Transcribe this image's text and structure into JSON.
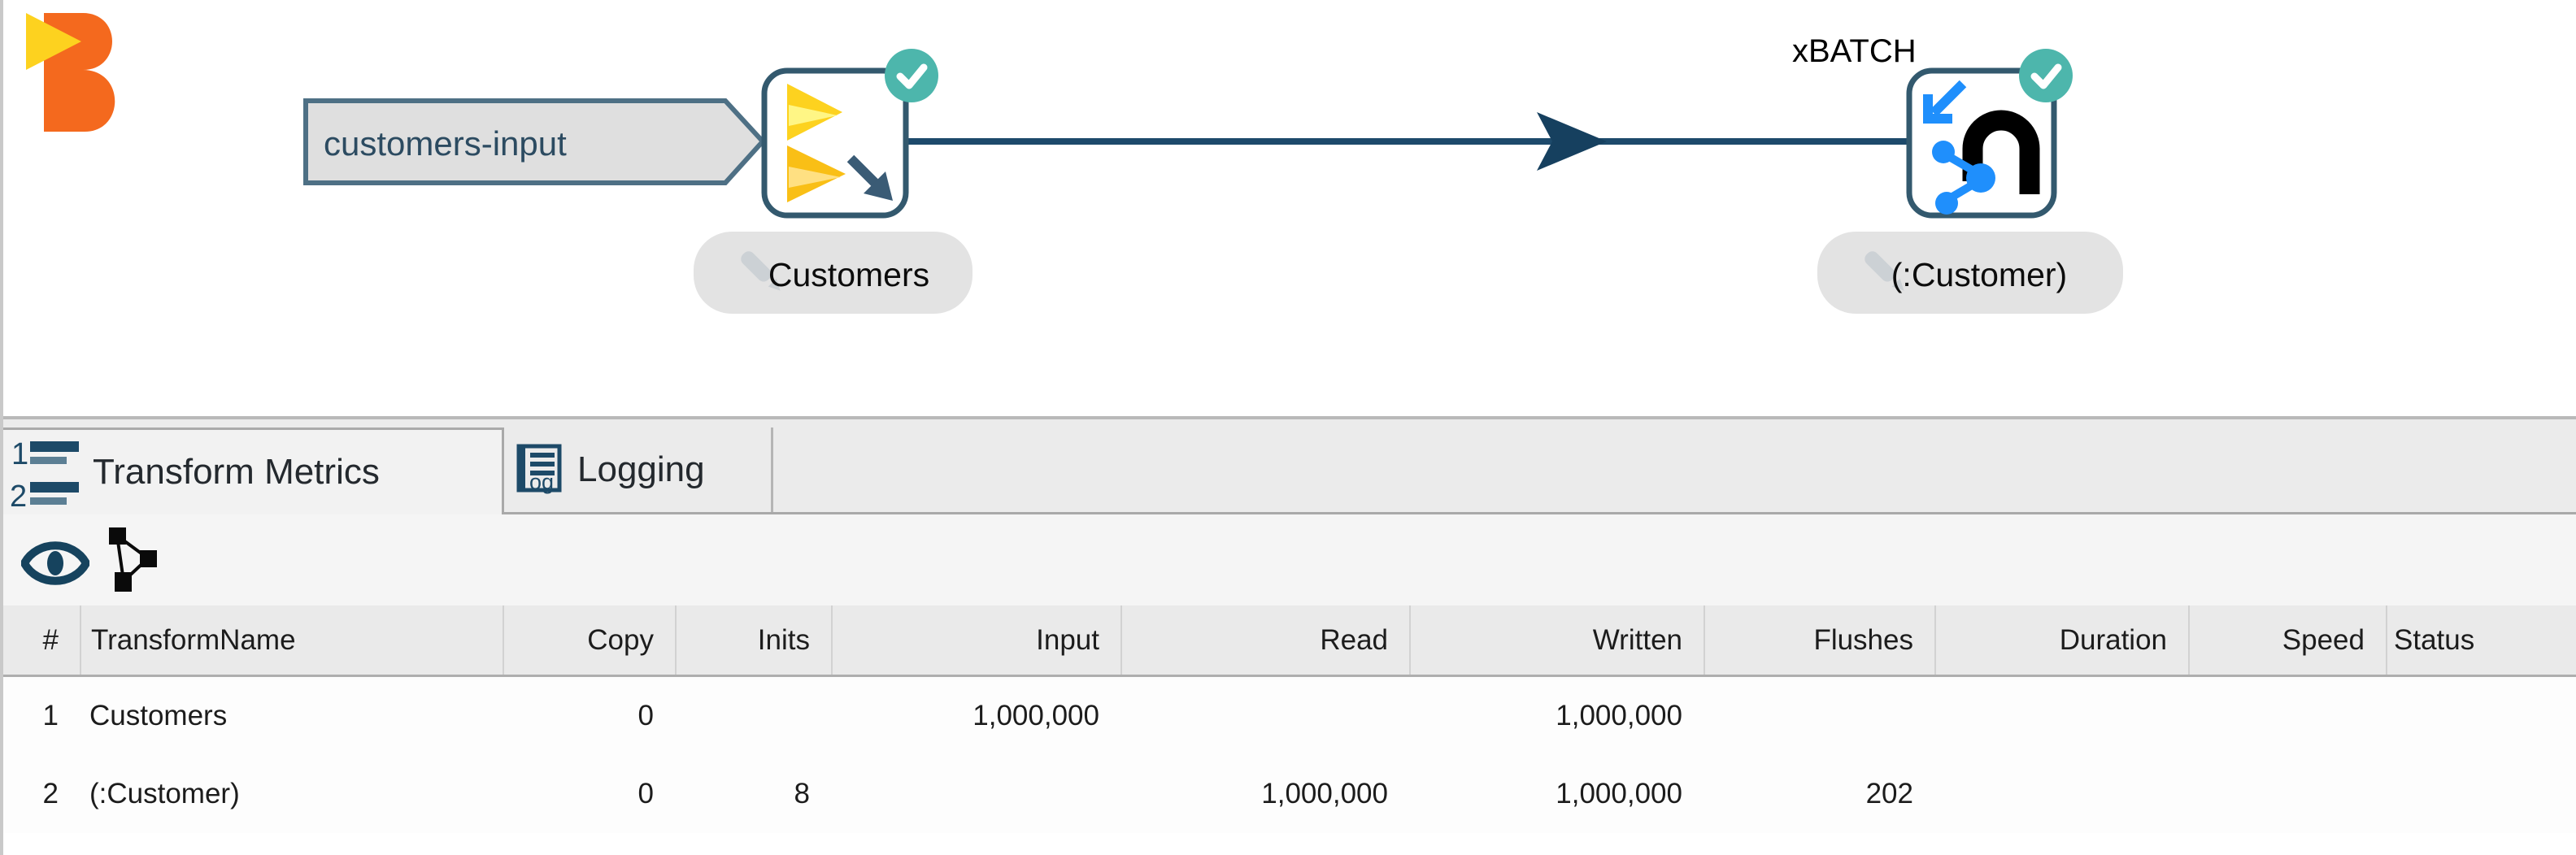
{
  "canvas": {
    "hop_label": "customers-input",
    "nodes": [
      {
        "label": "Customers",
        "icon": "beam-b-icon",
        "badge": "success-check",
        "annotation": ""
      },
      {
        "label": "(:Customer)",
        "icon": "neo4j-output-icon",
        "badge": "success-check",
        "annotation": "xBATCH"
      }
    ]
  },
  "panel": {
    "active_tab": "Transform Metrics",
    "tabs": [
      {
        "label": "Transform Metrics",
        "icon": "numbered-list-icon",
        "icon_digits": [
          "1",
          "2"
        ]
      },
      {
        "label": "Logging",
        "icon": "log-icon",
        "icon_text": "og"
      }
    ],
    "toolbar_icons": [
      "preview-eye-icon",
      "graph-topology-icon"
    ]
  },
  "metrics_table": {
    "columns": [
      "#",
      "TransformName",
      "Copy",
      "Inits",
      "Input",
      "Read",
      "Written",
      "Flushes",
      "Duration",
      "Speed",
      "Status"
    ],
    "rows": [
      {
        "cells": [
          "1",
          "Customers",
          "0",
          "",
          "1,000,000",
          "",
          "1,000,000",
          "",
          "",
          "",
          ""
        ]
      },
      {
        "cells": [
          "2",
          "(:Customer)",
          "0",
          "8",
          "",
          "1,000,000",
          "1,000,000",
          "202",
          "",
          "",
          ""
        ]
      }
    ]
  },
  "colors": {
    "accent_navy": "#1d4a6b",
    "success_teal": "#4db6ac",
    "neo4j_blue": "#1f8ffc",
    "beam_orange": "#f4691e",
    "beam_yellow": "#fdd21f"
  }
}
